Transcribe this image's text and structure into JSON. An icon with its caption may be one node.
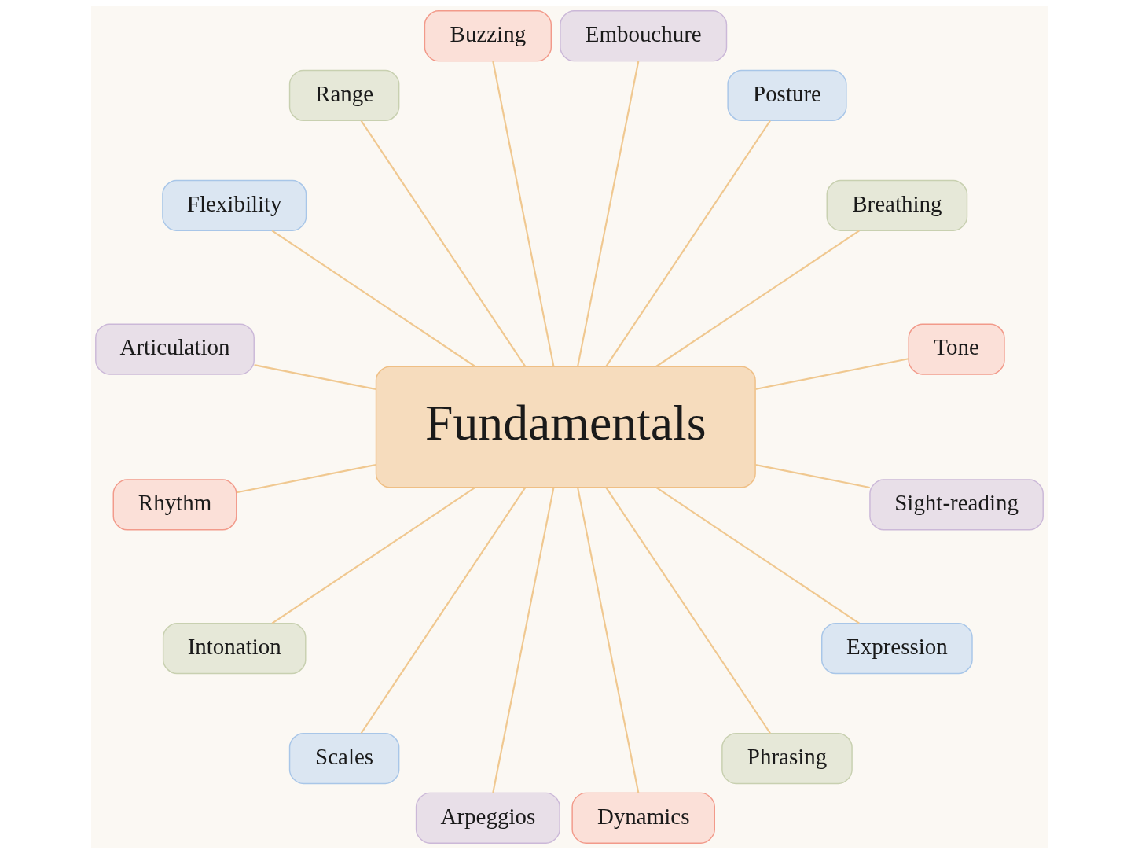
{
  "diagram": {
    "nodes": [
      {
        "text": [
          "Fundamentals"
        ]
      },
      {
        "text": [
          "Tone"
        ]
      },
      {
        "text": [
          "Breathing"
        ]
      },
      {
        "text": [
          "Posture"
        ]
      },
      {
        "text": [
          "Embouchure"
        ]
      },
      {
        "text": [
          "Buzzing"
        ]
      },
      {
        "text": [
          "Range"
        ]
      },
      {
        "text": [
          "Flexibility"
        ]
      },
      {
        "text": [
          "Articulation"
        ]
      },
      {
        "text": [
          "Rhythm"
        ]
      },
      {
        "text": [
          "Intonation"
        ]
      },
      {
        "text": [
          "Scales"
        ]
      },
      {
        "text": [
          "Arpeggios"
        ]
      },
      {
        "text": [
          "Dynamics"
        ]
      },
      {
        "text": [
          "Phrasing"
        ]
      },
      {
        "text": [
          "Expression"
        ]
      },
      {
        "text": [
          "Sight-reading"
        ]
      }
    ],
    "edges": [
      {
        "from": 0,
        "to": 1,
        "arrow": "none"
      },
      {
        "from": 0,
        "to": 2,
        "arrow": "none"
      },
      {
        "from": 0,
        "to": 3,
        "arrow": "none"
      },
      {
        "from": 0,
        "to": 4,
        "arrow": "none"
      },
      {
        "from": 0,
        "to": 5,
        "arrow": "none"
      },
      {
        "from": 0,
        "to": 6,
        "arrow": "none"
      },
      {
        "from": 0,
        "to": 7,
        "arrow": "none"
      },
      {
        "from": 0,
        "to": 8,
        "arrow": "none"
      },
      {
        "from": 0,
        "to": 9,
        "arrow": "none"
      },
      {
        "from": 0,
        "to": 10,
        "arrow": "none"
      },
      {
        "from": 0,
        "to": 11,
        "arrow": "none"
      },
      {
        "from": 0,
        "to": 12,
        "arrow": "none"
      },
      {
        "from": 0,
        "to": 13,
        "arrow": "none"
      },
      {
        "from": 0,
        "to": 14,
        "arrow": "none"
      },
      {
        "from": 0,
        "to": 15,
        "arrow": "none"
      },
      {
        "from": 0,
        "to": 16,
        "arrow": "none"
      }
    ]
  }
}
